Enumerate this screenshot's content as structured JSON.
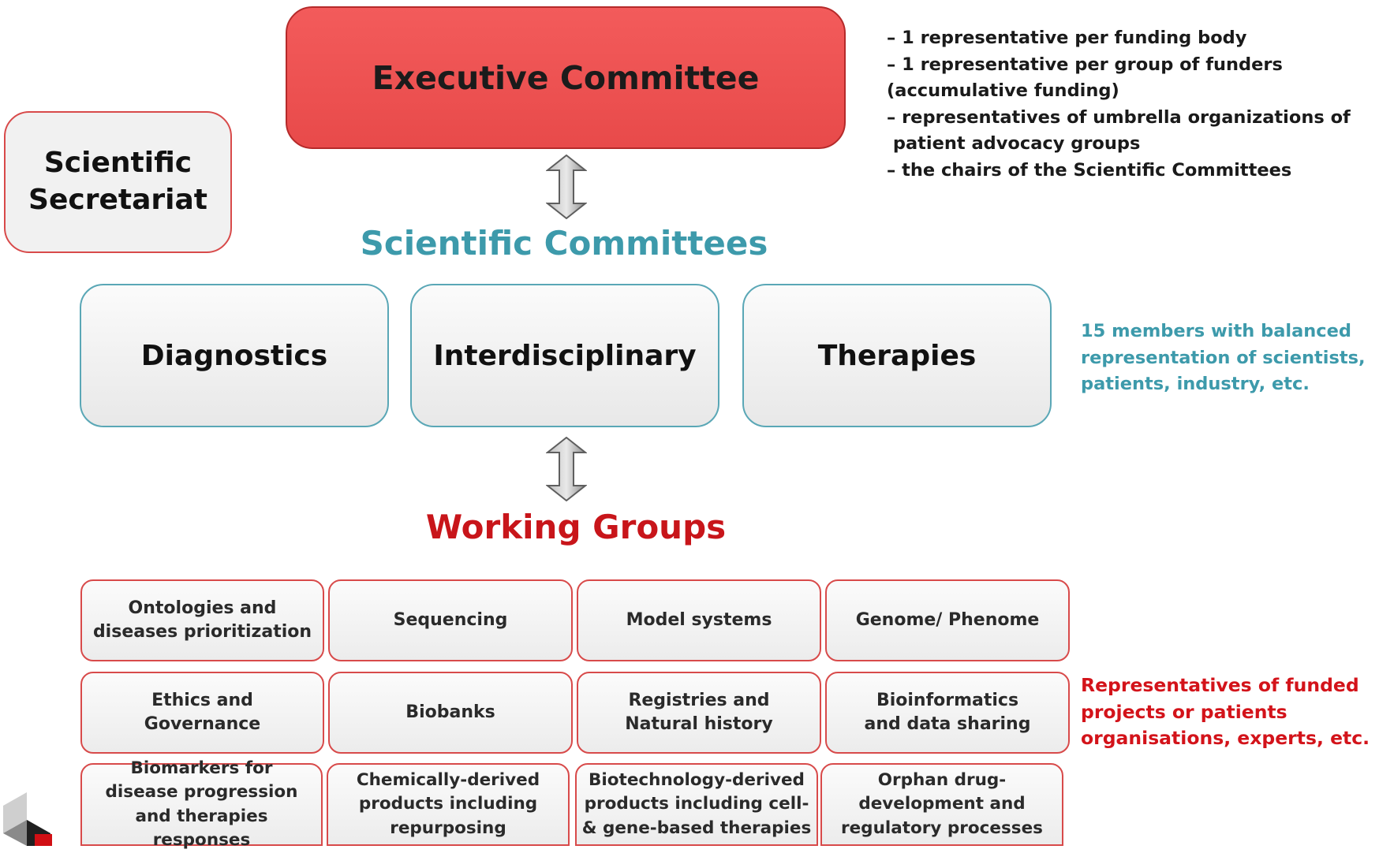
{
  "executive_committee": {
    "label": "Executive Committee",
    "notes": [
      "– 1 representative per funding body",
      "– 1 representative per group of funders",
      "(accumulative funding)",
      "– representatives of umbrella organizations of",
      " patient advocacy groups",
      "– the chairs of the Scientific Committees"
    ]
  },
  "scientific_secretariat": {
    "line1": "Scientific",
    "line2": "Secretariat"
  },
  "scientific_committees": {
    "title": "Scientific Committees",
    "boxes": [
      "Diagnostics",
      "Interdisciplinary",
      "Therapies"
    ],
    "note_lines": [
      "15 members with balanced",
      "representation of scientists,",
      "patients, industry, etc."
    ]
  },
  "working_groups": {
    "title": "Working Groups",
    "rows": [
      [
        "Ontologies  and\ndiseases prioritization",
        "Sequencing",
        "Model systems",
        "Genome/ Phenome"
      ],
      [
        "Ethics and\nGovernance",
        "Biobanks",
        "Registries and\nNatural history",
        "Bioinformatics\nand data  sharing"
      ],
      [
        "Biomarkers for\ndisease progression\nand therapies responses",
        "Chemically-derived\nproducts including\nrepurposing",
        "Biotechnology-derived\nproducts including cell-\n& gene-based therapies",
        "Orphan drug-\ndevelopment and\nregulatory processes"
      ]
    ],
    "note_lines": [
      "Representatives of funded",
      "projects or patients",
      "organisations, experts, etc."
    ]
  },
  "colors": {
    "executive_fill": "#f04f50",
    "committee_text": "#3d9aab",
    "working_groups_text": "#c8151a",
    "box_border_red": "#d84a4a",
    "box_border_teal": "#5aa7b6",
    "arrow_fill": "#9a9a9a"
  },
  "icons": [
    "double-arrow-vertical-icon",
    "logo-icon"
  ]
}
